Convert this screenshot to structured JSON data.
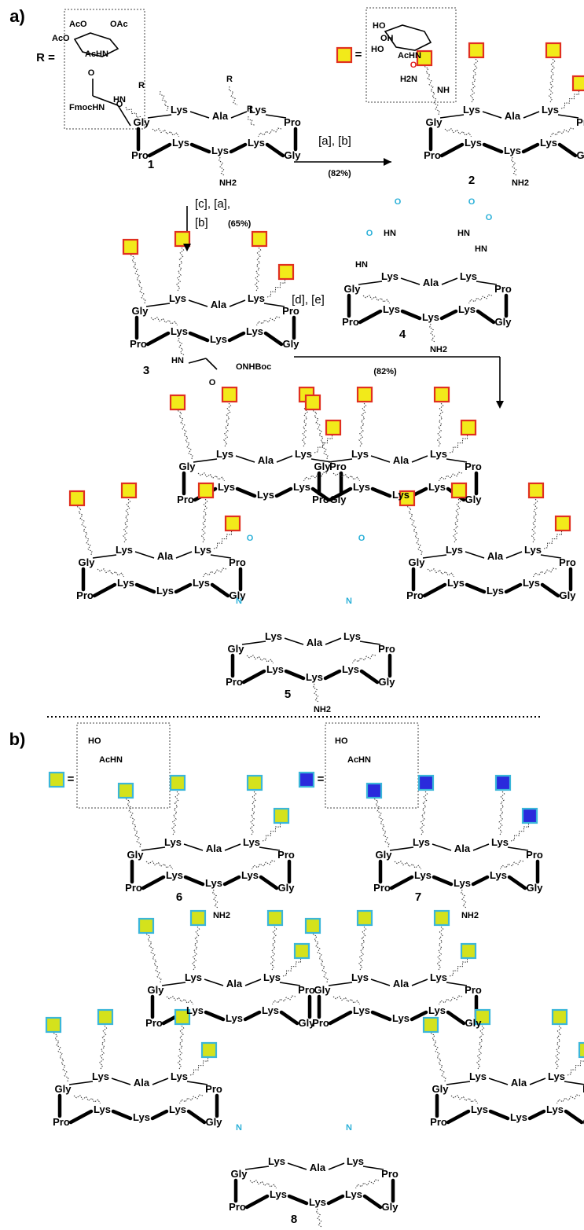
{
  "panels": {
    "a": "a)",
    "b": "b)"
  },
  "residues": {
    "lys": "Lys",
    "ala": "Ala",
    "gly": "Gly",
    "pro": "Pro"
  },
  "groups": {
    "nh2": "NH2",
    "nh": "NH",
    "hn": "HN",
    "o": "O",
    "n": "N",
    "onhboc": "ONHBoc",
    "fmochn": "FmocHN",
    "h2n": "H2N",
    "achn": "AcHN",
    "aco": "AcO",
    "oac": "OAc",
    "ho": "HO",
    "oh": "OH",
    "r": "R",
    "r_eq": "R ="
  },
  "compounds": {
    "c1": "1",
    "c2": "2",
    "c3": "3",
    "c4": "4",
    "c5": "5",
    "c6": "6",
    "c7": "7",
    "c8": "8"
  },
  "conditions": {
    "to2": "[a], [b]",
    "to2_yield": "(82%)",
    "to3_line1": "[c], [a],",
    "to3_line2": "[b]",
    "to3_yield": "(65%)",
    "to4": "[d], [e]",
    "to5_yield": "(82%)"
  },
  "legend": {
    "equals": "="
  },
  "colors": {
    "galnac_fill": "#f2ea1a",
    "galnac_border": "#e03020",
    "galnac_oxime_fill": "#d4e21c",
    "galnac_oxime_border": "#3bb6d9",
    "glcnac_fill": "#2a2adc",
    "glcnac_border": "#3bb6d9",
    "oxime_text": "#2ab0d8",
    "ser_oxygen": "#e02020"
  },
  "icons": [
    "galnac-square-icon",
    "galnac-oxime-square-icon",
    "glcnac-oxime-square-icon",
    "reaction-arrow-icon"
  ]
}
